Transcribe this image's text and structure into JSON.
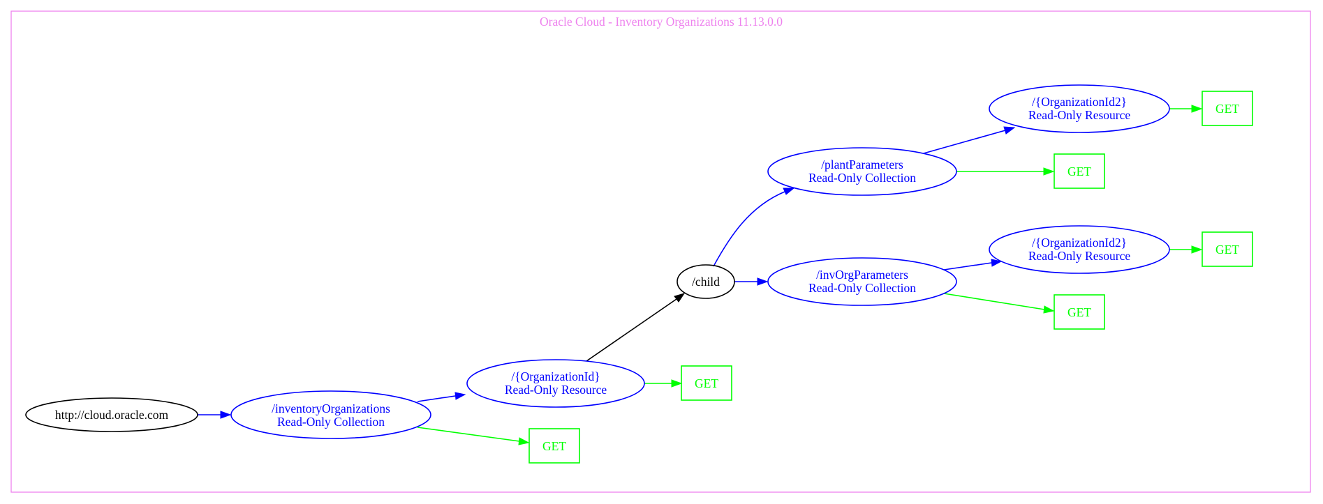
{
  "title": "Oracle Cloud - Inventory Organizations 11.13.0.0",
  "colors": {
    "frame": "#ee82ee",
    "title": "#ee82ee",
    "resource": "#0000ff",
    "method": "#00ff00",
    "root": "#000000"
  },
  "nodes": {
    "root": {
      "label": "http://cloud.oracle.com"
    },
    "inventory_organizations": {
      "path": "/inventoryOrganizations",
      "kind": "Read-Only Collection"
    },
    "inventory_organizations_get": {
      "label": "GET"
    },
    "organization_id": {
      "path": "/{OrganizationId}",
      "kind": "Read-Only Resource"
    },
    "organization_id_get": {
      "label": "GET"
    },
    "child": {
      "label": "/child"
    },
    "plant_parameters": {
      "path": "/plantParameters",
      "kind": "Read-Only Collection"
    },
    "plant_parameters_get": {
      "label": "GET"
    },
    "plant_parameters_organization_id2": {
      "path": "/{OrganizationId2}",
      "kind": "Read-Only Resource"
    },
    "plant_parameters_organization_id2_get": {
      "label": "GET"
    },
    "inv_org_parameters": {
      "path": "/invOrgParameters",
      "kind": "Read-Only Collection"
    },
    "inv_org_parameters_get": {
      "label": "GET"
    },
    "inv_org_parameters_organization_id2": {
      "path": "/{OrganizationId2}",
      "kind": "Read-Only Resource"
    },
    "inv_org_parameters_organization_id2_get": {
      "label": "GET"
    }
  },
  "edges": [
    {
      "from": "root",
      "to": "inventory_organizations",
      "color": "#0000ff"
    },
    {
      "from": "inventory_organizations",
      "to": "organization_id",
      "color": "#0000ff"
    },
    {
      "from": "inventory_organizations",
      "to": "inventory_organizations_get",
      "color": "#00ff00"
    },
    {
      "from": "organization_id",
      "to": "child",
      "color": "#000000"
    },
    {
      "from": "organization_id",
      "to": "organization_id_get",
      "color": "#00ff00"
    },
    {
      "from": "child",
      "to": "plant_parameters",
      "color": "#0000ff"
    },
    {
      "from": "child",
      "to": "inv_org_parameters",
      "color": "#0000ff"
    },
    {
      "from": "plant_parameters",
      "to": "plant_parameters_organization_id2",
      "color": "#0000ff"
    },
    {
      "from": "plant_parameters",
      "to": "plant_parameters_get",
      "color": "#00ff00"
    },
    {
      "from": "plant_parameters_organization_id2",
      "to": "plant_parameters_organization_id2_get",
      "color": "#00ff00"
    },
    {
      "from": "inv_org_parameters",
      "to": "inv_org_parameters_organization_id2",
      "color": "#0000ff"
    },
    {
      "from": "inv_org_parameters",
      "to": "inv_org_parameters_get",
      "color": "#00ff00"
    },
    {
      "from": "inv_org_parameters_organization_id2",
      "to": "inv_org_parameters_organization_id2_get",
      "color": "#00ff00"
    }
  ]
}
